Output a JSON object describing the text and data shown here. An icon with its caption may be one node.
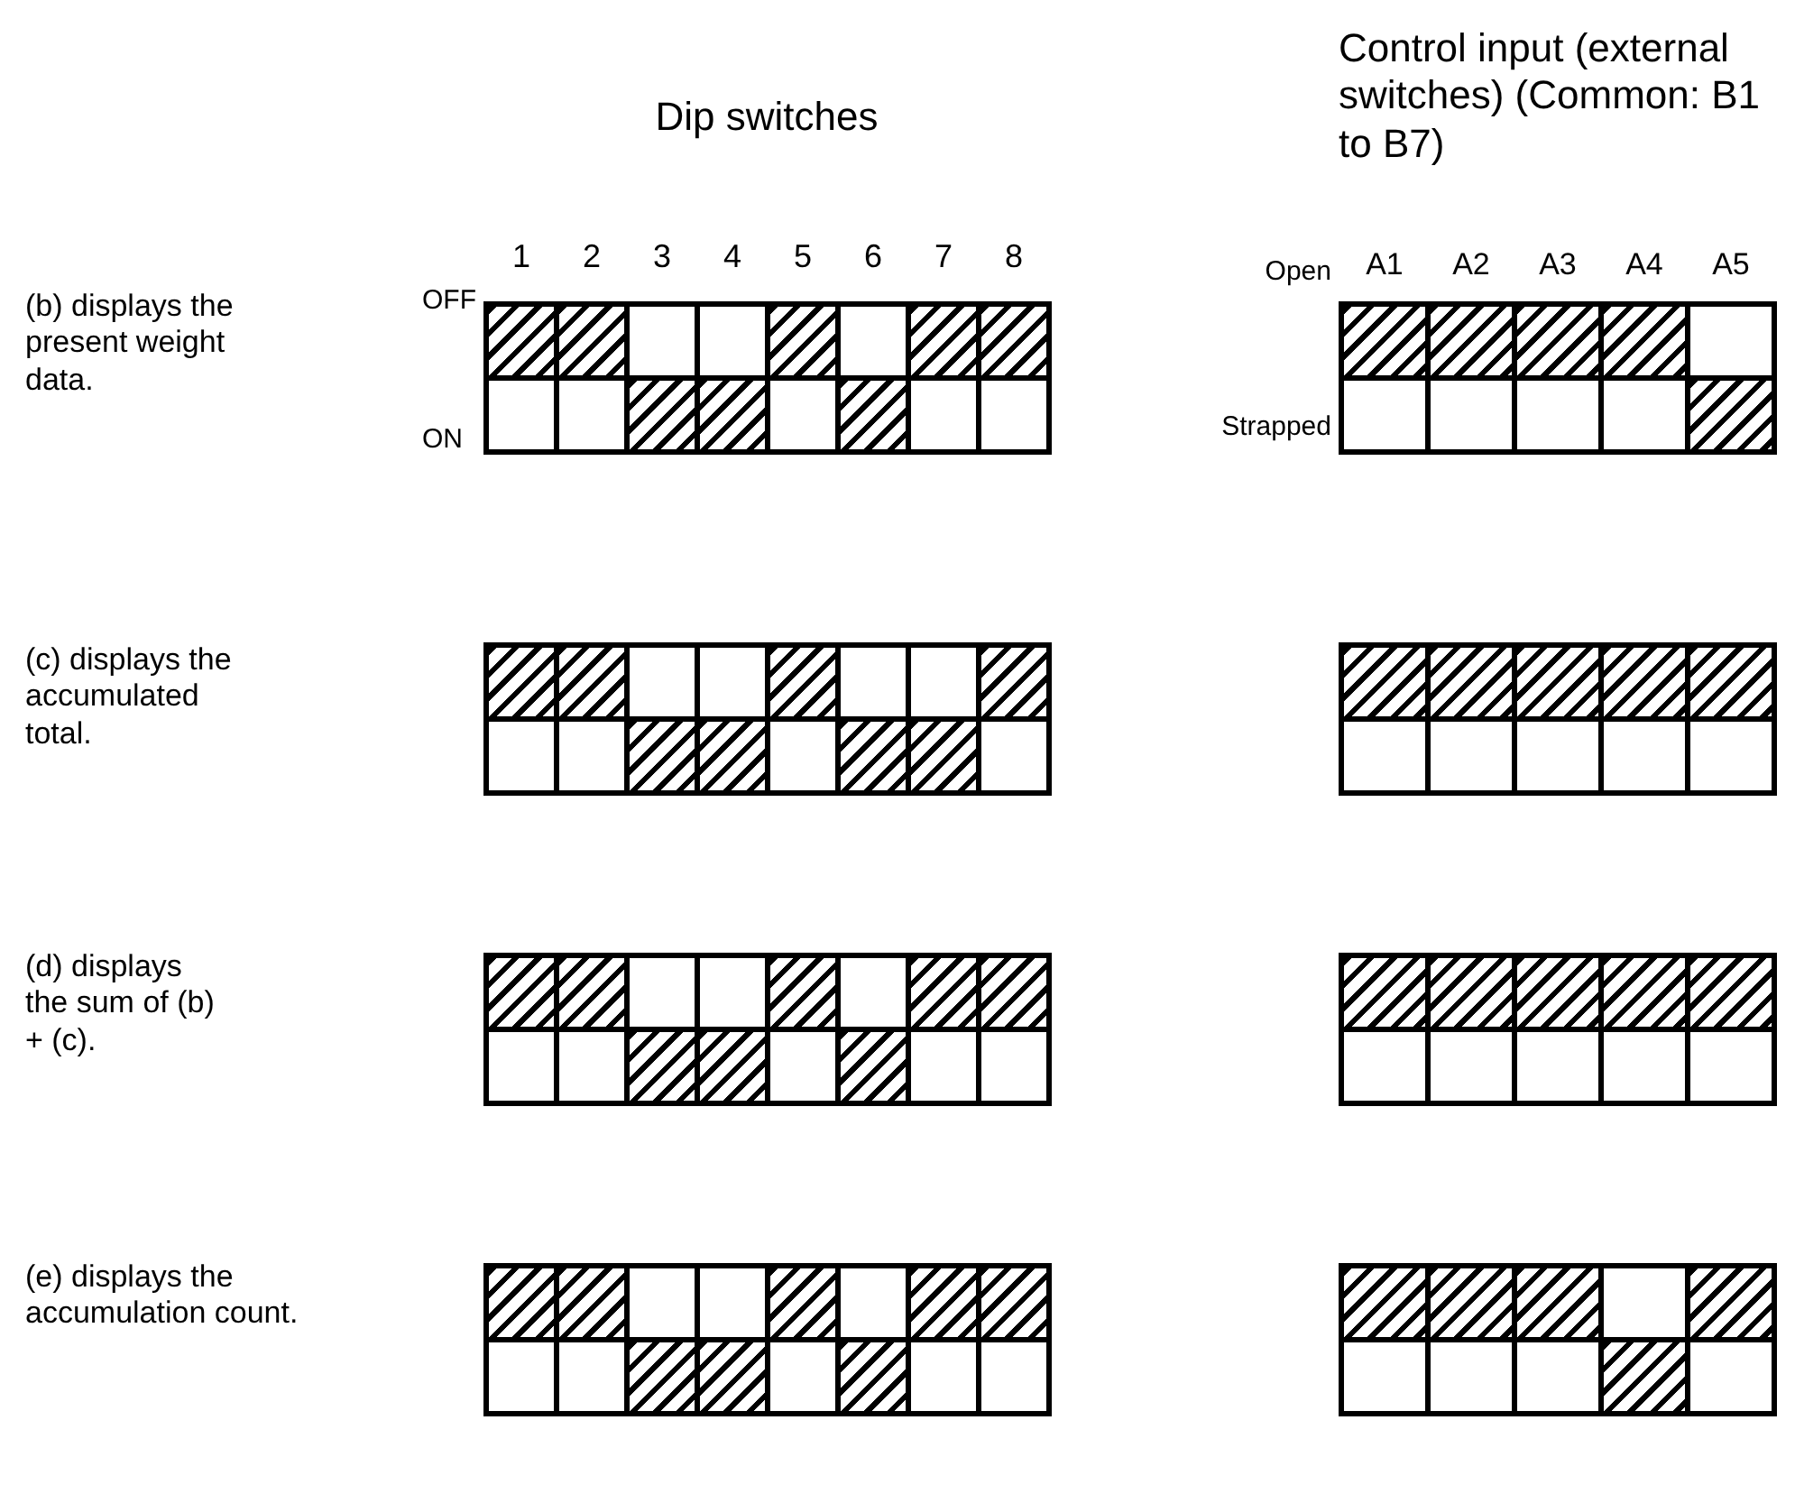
{
  "diagram": {
    "nodes": [
      {
        "text": [],
        "shape": "hatch"
      },
      {
        "text": [],
        "shape": "hatch"
      },
      {
        "text": [],
        "shape": "box"
      },
      {
        "text": [],
        "shape": "box"
      },
      {
        "text": [],
        "shape": "hatch"
      },
      {
        "text": [],
        "shape": "box"
      },
      {
        "text": [],
        "shape": "hatch"
      },
      {
        "text": [],
        "shape": "hatch"
      },
      {
        "text": [],
        "shape": "box"
      },
      {
        "text": [],
        "shape": "box"
      },
      {
        "text": [],
        "shape": "hatch"
      },
      {
        "text": [],
        "shape": "hatch"
      },
      {
        "text": [],
        "shape": "box"
      },
      {
        "text": [],
        "shape": "hatch"
      },
      {
        "text": [],
        "shape": "box"
      },
      {
        "text": [],
        "shape": "box"
      },
      {
        "text": [],
        "shape": "hatch"
      },
      {
        "text": [],
        "shape": "hatch"
      },
      {
        "text": [],
        "shape": "hatch"
      },
      {
        "text": [],
        "shape": "hatch"
      },
      {
        "text": [],
        "shape": "box"
      },
      {
        "text": [],
        "shape": "box"
      },
      {
        "text": [],
        "shape": "box"
      },
      {
        "text": [],
        "shape": "box"
      },
      {
        "text": [],
        "shape": "box"
      },
      {
        "text": [],
        "shape": "hatch"
      },
      {
        "text": [],
        "shape": "hatch"
      },
      {
        "text": [],
        "shape": "hatch"
      },
      {
        "text": [],
        "shape": "box"
      },
      {
        "text": [],
        "shape": "box"
      },
      {
        "text": [],
        "shape": "hatch"
      },
      {
        "text": [],
        "shape": "box"
      },
      {
        "text": [],
        "shape": "box"
      },
      {
        "text": [],
        "shape": "hatch"
      },
      {
        "text": [],
        "shape": "box"
      },
      {
        "text": [],
        "shape": "box"
      },
      {
        "text": [],
        "shape": "hatch"
      },
      {
        "text": [],
        "shape": "hatch"
      },
      {
        "text": [],
        "shape": "box"
      },
      {
        "text": [],
        "shape": "hatch"
      },
      {
        "text": [],
        "shape": "hatch"
      },
      {
        "text": [],
        "shape": "box"
      },
      {
        "text": [],
        "shape": "hatch"
      },
      {
        "text": [],
        "shape": "hatch"
      },
      {
        "text": [],
        "shape": "hatch"
      },
      {
        "text": [],
        "shape": "hatch"
      },
      {
        "text": [],
        "shape": "hatch"
      },
      {
        "text": [],
        "shape": "box"
      },
      {
        "text": [],
        "shape": "box"
      },
      {
        "text": [],
        "shape": "box"
      },
      {
        "text": [],
        "shape": "box"
      },
      {
        "text": [],
        "shape": "box"
      },
      {
        "text": [],
        "shape": "hatch"
      },
      {
        "text": [],
        "shape": "hatch"
      },
      {
        "text": [],
        "shape": "box"
      },
      {
        "text": [],
        "shape": "box"
      },
      {
        "text": [],
        "shape": "hatch"
      },
      {
        "text": [],
        "shape": "box"
      },
      {
        "text": [],
        "shape": "hatch"
      },
      {
        "text": [],
        "shape": "hatch"
      },
      {
        "text": [],
        "shape": "box"
      },
      {
        "text": [],
        "shape": "box"
      },
      {
        "text": [],
        "shape": "hatch"
      },
      {
        "text": [],
        "shape": "hatch"
      },
      {
        "text": [],
        "shape": "box"
      },
      {
        "text": [],
        "shape": "hatch"
      },
      {
        "text": [],
        "shape": "box"
      },
      {
        "text": [],
        "shape": "box"
      },
      {
        "text": [],
        "shape": "hatch"
      },
      {
        "text": [],
        "shape": "hatch"
      },
      {
        "text": [],
        "shape": "hatch"
      },
      {
        "text": [],
        "shape": "hatch"
      },
      {
        "text": [],
        "shape": "hatch"
      },
      {
        "text": [],
        "shape": "box"
      },
      {
        "text": [],
        "shape": "box"
      },
      {
        "text": [],
        "shape": "box"
      },
      {
        "text": [],
        "shape": "box"
      },
      {
        "text": [],
        "shape": "box"
      },
      {
        "text": [],
        "shape": "hatch"
      },
      {
        "text": [],
        "shape": "hatch"
      },
      {
        "text": [],
        "shape": "box"
      },
      {
        "text": [],
        "shape": "box"
      },
      {
        "text": [],
        "shape": "hatch"
      },
      {
        "text": [],
        "shape": "box"
      },
      {
        "text": [],
        "shape": "hatch"
      },
      {
        "text": [],
        "shape": "hatch"
      },
      {
        "text": [],
        "shape": "box"
      },
      {
        "text": [],
        "shape": "box"
      },
      {
        "text": [],
        "shape": "hatch"
      },
      {
        "text": [],
        "shape": "hatch"
      },
      {
        "text": [],
        "shape": "box"
      },
      {
        "text": [],
        "shape": "hatch"
      },
      {
        "text": [],
        "shape": "box"
      },
      {
        "text": [],
        "shape": "box"
      },
      {
        "text": [],
        "shape": "hatch"
      },
      {
        "text": [],
        "shape": "hatch"
      },
      {
        "text": [],
        "shape": "hatch"
      },
      {
        "text": [],
        "shape": "box"
      },
      {
        "text": [],
        "shape": "hatch"
      },
      {
        "text": [],
        "shape": "box"
      },
      {
        "text": [],
        "shape": "box"
      },
      {
        "text": [],
        "shape": "box"
      },
      {
        "text": [],
        "shape": "hatch"
      },
      {
        "text": [],
        "shape": "box"
      }
    ],
    "labels": [
      "Dip switches",
      "Control input (external switches) (Common: B1 to B7)",
      "1",
      "2",
      "3",
      "4",
      "5",
      "6",
      "7",
      "8",
      "A1",
      "A2",
      "A3",
      "A4",
      "A5",
      "(b) displays the present weight data.",
      "OFF",
      "Open",
      "ON",
      "Strapped",
      "(c) displays the accumulated total.",
      "(d) displays the sum of (b) + (c).",
      "(e) displays the accumulation count."
    ]
  }
}
